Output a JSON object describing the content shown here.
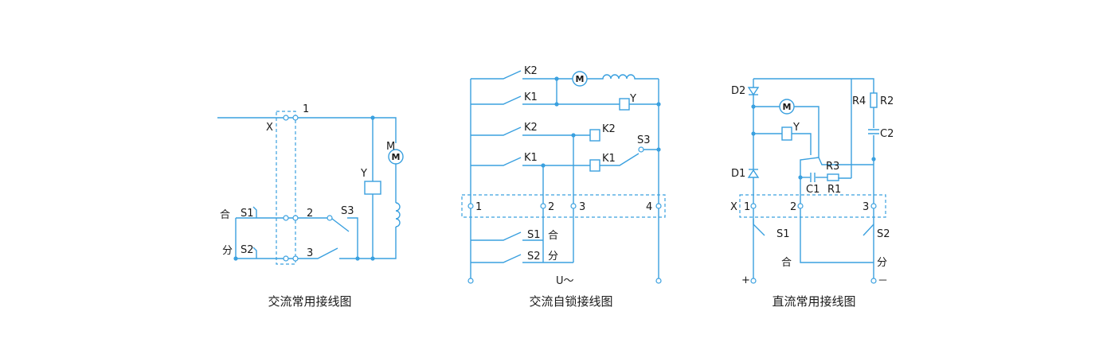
{
  "diagrams": [
    {
      "caption": "交流常用接线图",
      "labels": {
        "t1": "1",
        "x": "X",
        "t2": "2",
        "t3": "3",
        "s3": "S3",
        "s1": "S1",
        "s2": "S2",
        "he": "合",
        "fen": "分",
        "y": "Y",
        "m": "M"
      }
    },
    {
      "caption": "交流自锁接线图",
      "labels": {
        "k2_top": "K2",
        "k1_a": "K1",
        "y": "Y",
        "k2_mid": "K2",
        "k2_coil": "K2",
        "k1_b": "K1",
        "k1_coil": "K1",
        "s3": "S3",
        "t1": "1",
        "t2": "2",
        "t3": "3",
        "t4": "4",
        "s1": "S1",
        "he": "合",
        "s2": "S2",
        "fen": "分",
        "supply": "U～",
        "m": "M"
      }
    },
    {
      "caption": "直流常用接线图",
      "labels": {
        "d2": "D2",
        "d1": "D1",
        "y": "Y",
        "r4": "R4",
        "r2": "R2",
        "c2": "C2",
        "r3": "R3",
        "c1": "C1",
        "r1": "R1",
        "x": "X",
        "t1": "1",
        "t2": "2",
        "t3": "3",
        "s1": "S1",
        "s2": "S2",
        "he": "合",
        "fen": "分",
        "plus": "+",
        "minus": "－",
        "m": "M"
      }
    }
  ]
}
